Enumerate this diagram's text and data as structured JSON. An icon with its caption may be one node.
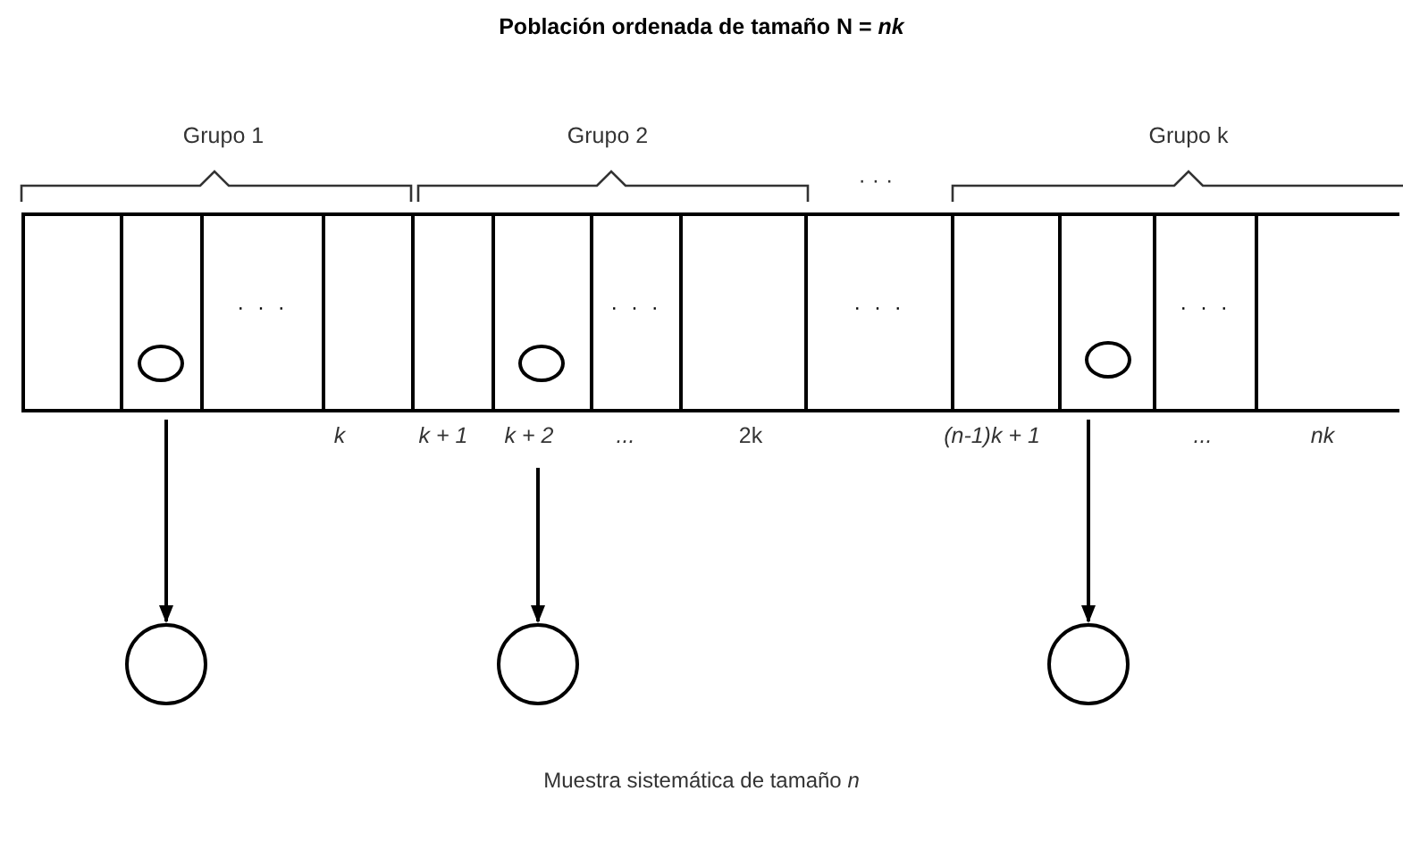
{
  "diagram": {
    "title": "Población ordenada de tamaño N = *nk*",
    "caption": "Muestra sistemática de tamaño *n*",
    "nodes": [
      {
        "text": [],
        "shape": "box"
      },
      {
        "text": [],
        "shape": "box"
      },
      {
        "text": [],
        "shape": "circle",
        "in": 1
      },
      {
        "text": [
          "· · ·"
        ]
      },
      {
        "text": [],
        "shape": "box"
      },
      {
        "text": [],
        "shape": "box"
      },
      {
        "text": [],
        "shape": "box"
      },
      {
        "text": [],
        "shape": "circle",
        "in": 6
      },
      {
        "text": [
          "· · ·"
        ]
      },
      {
        "text": [],
        "shape": "box"
      },
      {
        "text": [
          "· · ·"
        ]
      },
      {
        "text": [],
        "shape": "box"
      },
      {
        "text": [],
        "shape": "box"
      },
      {
        "text": [],
        "shape": "circle",
        "in": 12
      },
      {
        "text": [
          "· · ·"
        ]
      },
      {
        "text": [],
        "shape": "box"
      },
      {
        "text": [],
        "shape": "circle"
      },
      {
        "text": [],
        "shape": "circle"
      },
      {
        "text": [],
        "shape": "circle"
      }
    ],
    "edges": [
      {
        "from": 1,
        "to": 16,
        "arrow": "to"
      },
      {
        "from": 6,
        "to": 17,
        "arrow": "to"
      },
      {
        "from": 12,
        "to": 18,
        "arrow": "to"
      }
    ],
    "labels": [
      "Grupo 1",
      "Grupo 2",
      "· · ·",
      "Grupo k",
      "k",
      "k + 1",
      "k + 2",
      "...",
      "2k",
      "(n-1)k + 1",
      "...",
      "nk"
    ]
  }
}
